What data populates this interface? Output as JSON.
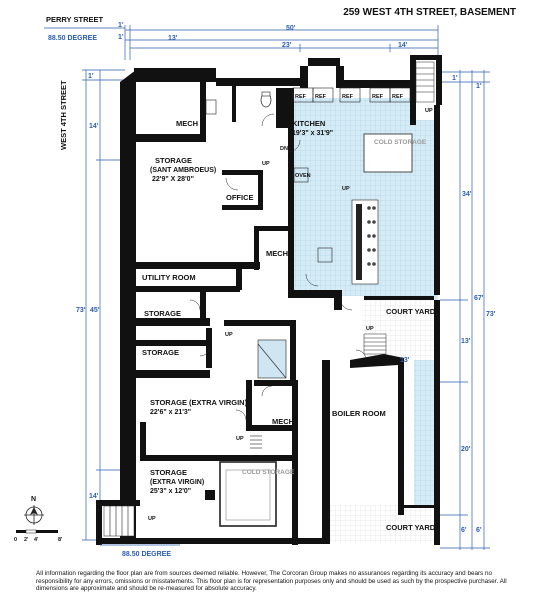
{
  "header": {
    "address": "259 WEST 4TH STREET, BASEMENT"
  },
  "streets": {
    "top": "PERRY STREET",
    "left": "WEST 4TH STREET",
    "top_degree": "88.50 DEGREE",
    "bottom_degree": "88.50 DEGREE"
  },
  "rooms": {
    "mech_top": "MECH",
    "kitchen": "KITCHEN",
    "kitchen_dims": "19'3\" x 31'9\"",
    "cold_storage_top": "COLD STORAGE",
    "storage_sant": "STORAGE",
    "storage_sant_sub": "(SANT AMBROEUS)",
    "storage_sant_dims": "22'9\" X 28'0\"",
    "office": "OFFICE",
    "mech_mid": "MECH",
    "utility": "UTILITY ROOM",
    "storage_a": "STORAGE",
    "storage_b": "STORAGE",
    "court_yard_top": "COURT YARD",
    "storage_ev1": "STORAGE (EXTRA VIRGIN)",
    "storage_ev1_dims": "22'6\" x 21'3\"",
    "mech_low": "MECH",
    "boiler": "BOILER ROOM",
    "storage_ev2": "STORAGE",
    "storage_ev2_sub": "(EXTRA VIRGIN)",
    "storage_ev2_dims": "25'3\" x 12'0\"",
    "cold_storage_low": "COLD STORAGE",
    "court_yard_bottom": "COURT YARD"
  },
  "fixtures": {
    "ref": "REF",
    "oven": "OVEN",
    "up": "UP",
    "dn": "DN",
    "up_arrow": "UP →"
  },
  "dimensions": {
    "d1_top": "1'",
    "d1_top2": "1'",
    "d50": "50'",
    "d13": "13'",
    "d23": "23'",
    "d14_top": "14'",
    "d1_left": "1'",
    "d14_left": "14'",
    "d73_left": "73'",
    "d45": "45'",
    "d14_left_bottom": "14'",
    "d1_r1": "1'",
    "d1_r2": "1'",
    "d34": "34'",
    "d67": "67'",
    "d73_right": "73'",
    "d13_right": "13'",
    "d13_court": "13'",
    "d20": "20'",
    "d6_a": "6'",
    "d6_b": "6'"
  },
  "compass": {
    "north": "N",
    "scale": [
      "0",
      "2'",
      "4'",
      "8'"
    ]
  },
  "disclaimer": "All information regarding the floor plan are from sources deemed reliable. However, The Corcoran Group makes no assurances regarding its accuracy and bears no responsibility for any errors, omissions or misstatements. This floor plan is for representation purposes only and should be used as such by the prospective purchaser. All dimensions are approximate and should be re-measured for absolute accuracy."
}
